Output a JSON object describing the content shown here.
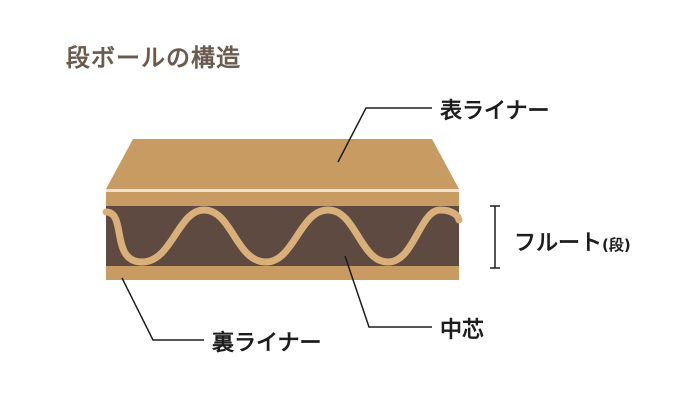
{
  "title": "段ボールの構造",
  "labels": {
    "top_liner": "表ライナー",
    "flute": "フルート",
    "flute_suffix": "(段)",
    "bottom_liner": "裏ライナー",
    "medium": "中芯"
  },
  "colors": {
    "liner": "#c89b62",
    "core_dark": "#5e4a40",
    "wave": "#d9b07a",
    "line": "#1d1d1d",
    "title": "#6b5a4e"
  }
}
